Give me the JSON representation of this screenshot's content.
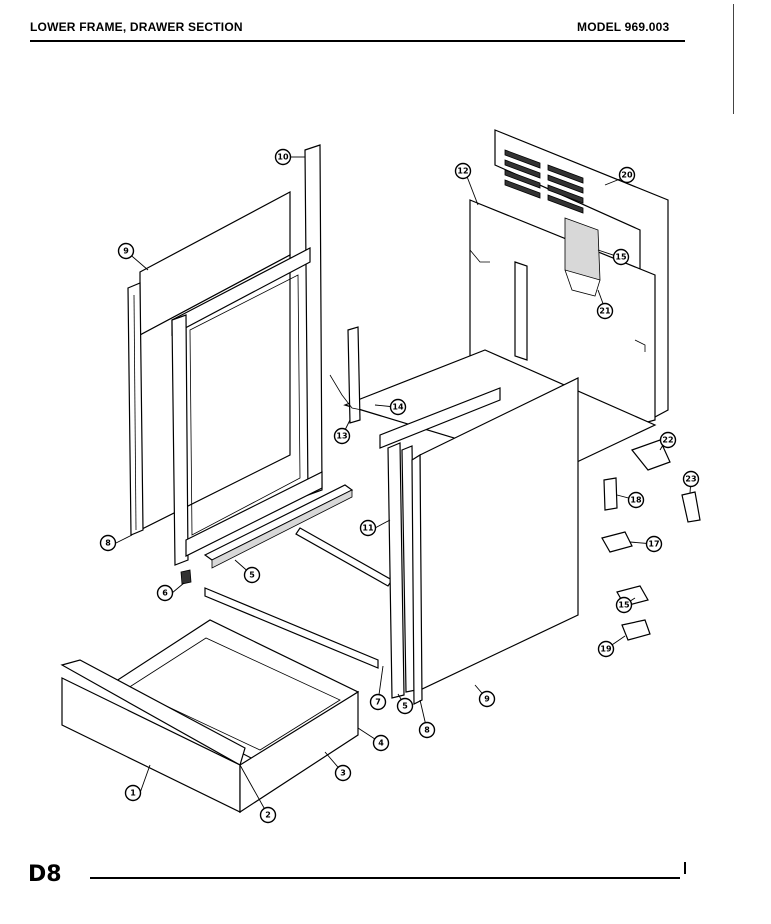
{
  "header": {
    "title": "LOWER FRAME, DRAWER SECTION",
    "model": "MODEL 969.003"
  },
  "footer": {
    "page_number": "D8"
  },
  "callouts": [
    {
      "id": "c1",
      "label": "1"
    },
    {
      "id": "c2",
      "label": "2"
    },
    {
      "id": "c3",
      "label": "3"
    },
    {
      "id": "c4",
      "label": "4"
    },
    {
      "id": "c5a",
      "label": "5"
    },
    {
      "id": "c5b",
      "label": "5"
    },
    {
      "id": "c6",
      "label": "6"
    },
    {
      "id": "c7",
      "label": "7"
    },
    {
      "id": "c8a",
      "label": "8"
    },
    {
      "id": "c8b",
      "label": "8"
    },
    {
      "id": "c9a",
      "label": "9"
    },
    {
      "id": "c9b",
      "label": "9"
    },
    {
      "id": "c10",
      "label": "10"
    },
    {
      "id": "c11",
      "label": "11"
    },
    {
      "id": "c12",
      "label": "12"
    },
    {
      "id": "c13",
      "label": "13"
    },
    {
      "id": "c14",
      "label": "14"
    },
    {
      "id": "c15a",
      "label": "15"
    },
    {
      "id": "c15b",
      "label": "15"
    },
    {
      "id": "c17",
      "label": "17"
    },
    {
      "id": "c18",
      "label": "18"
    },
    {
      "id": "c19",
      "label": "19"
    },
    {
      "id": "c20",
      "label": "20"
    },
    {
      "id": "c21",
      "label": "21"
    },
    {
      "id": "c22",
      "label": "22"
    },
    {
      "id": "c23",
      "label": "23"
    }
  ]
}
